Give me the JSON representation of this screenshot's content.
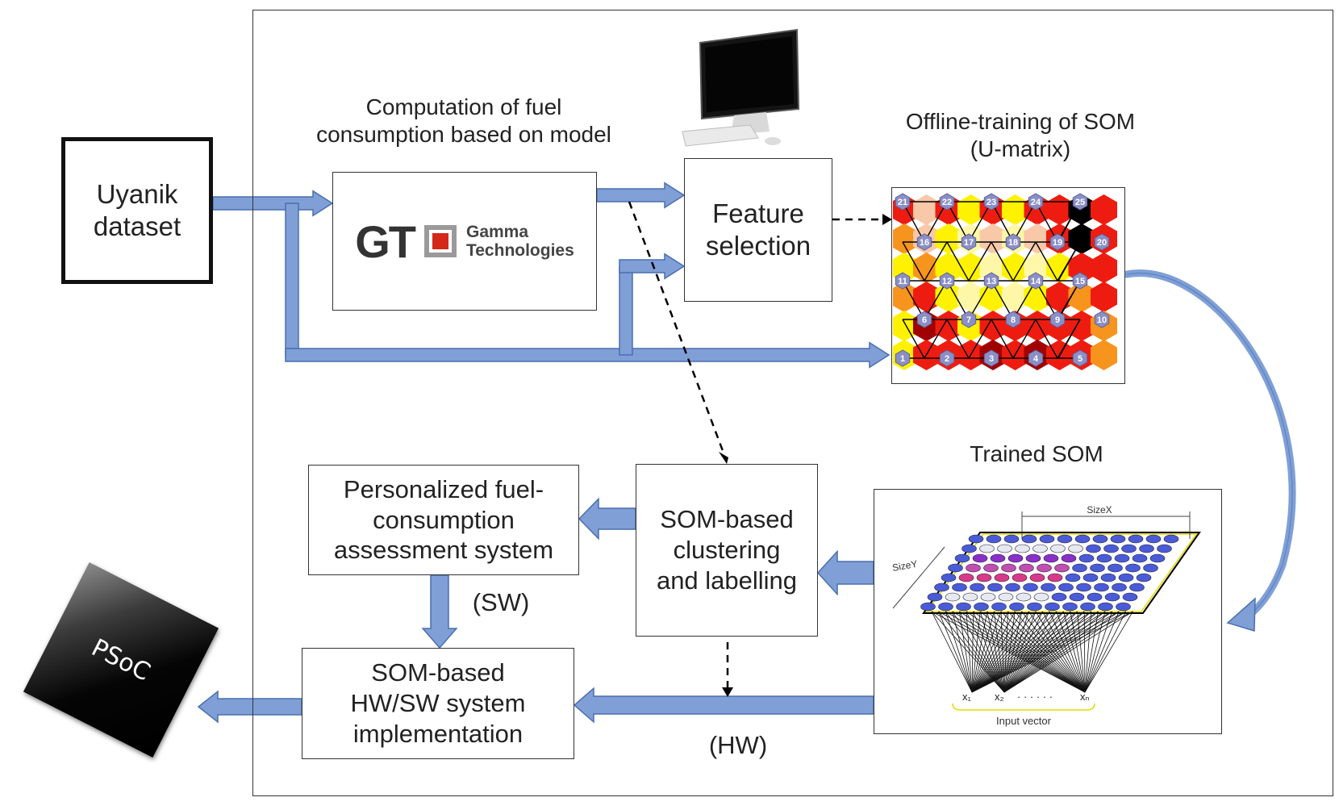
{
  "labels": {
    "uyanik": "Uyanik\ndataset",
    "computation": "Computation of fuel\nconsumption based on model",
    "gt_mark": "GT",
    "gt_company": "Gamma\nTechnologies",
    "feature": "Feature\nselection",
    "offline": "Offline-training of SOM\n(U-matrix)",
    "trained": "Trained SOM",
    "clustering": "SOM-based\nclustering\nand labelling",
    "personalized": "Personalized fuel-\nconsumption\nassessment system",
    "sw": "(SW)",
    "implementation": "SOM-based\nHW/SW system\nimplementation",
    "hw": "(HW)",
    "psoc": "PSoC",
    "sizex": "SizeX",
    "sizey": "SizeY",
    "input_vector": "Input vector",
    "x1": "x₁",
    "x2": "x₂",
    "xn": "xₙ"
  },
  "umatrix_nodes": [
    "21",
    "22",
    "23",
    "24",
    "25",
    "16",
    "17",
    "18",
    "19",
    "20",
    "11",
    "12",
    "13",
    "14",
    "15",
    "6",
    "7",
    "8",
    "9",
    "10",
    "1",
    "2",
    "3",
    "4",
    "5"
  ],
  "colors": {
    "arrow": "#7f9fd6",
    "arrow_edge": "#4a6fb0",
    "node": "#8a8fc6",
    "red": "#ee1c10",
    "dark_red": "#a00000",
    "orange": "#f7941d",
    "yellow": "#fff200",
    "light_yellow": "#fff7a8",
    "peach": "#f8c8a8",
    "black": "#000000"
  }
}
